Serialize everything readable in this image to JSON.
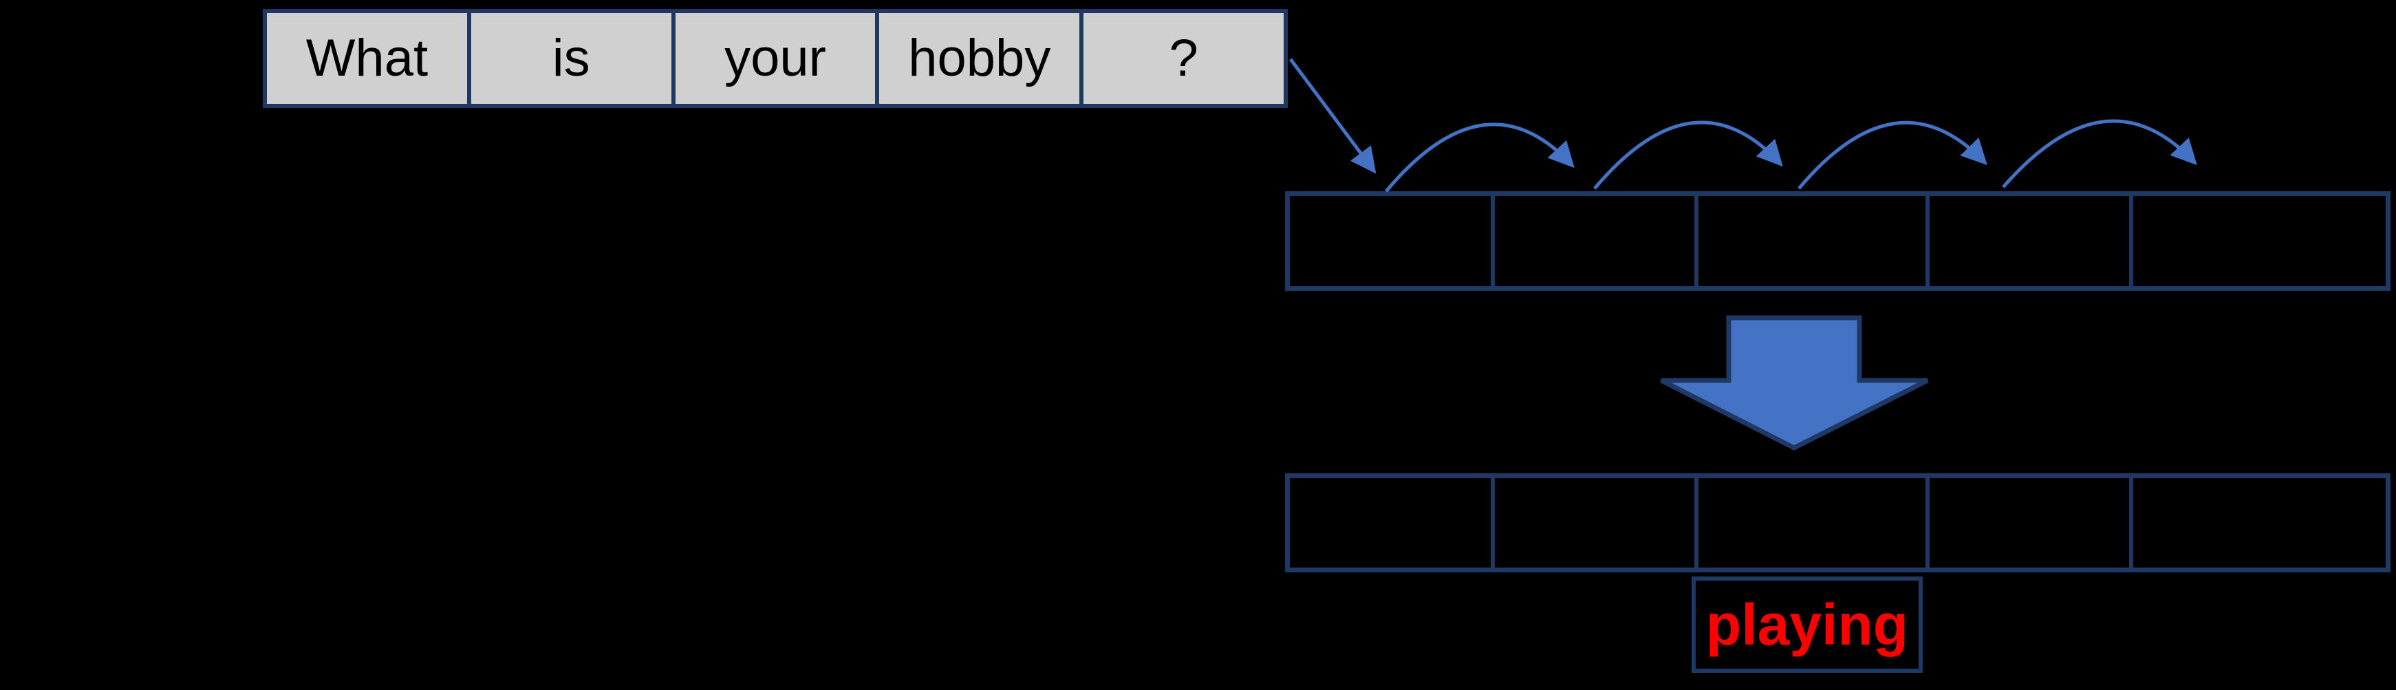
{
  "colors": {
    "background": "#000000",
    "border_navy": "#203864",
    "arrow_blue": "#4472C4",
    "table_fill": "#D1D0D1",
    "token_text": "#000000",
    "output_text": "#FF0000"
  },
  "sentence_table": {
    "tokens": [
      "What",
      "is",
      "your",
      "hobby",
      "?"
    ]
  },
  "encoder_row": {
    "cells": [
      "",
      "",
      "",
      "",
      ""
    ]
  },
  "decoder_row": {
    "cells": [
      "",
      "",
      "",
      "",
      ""
    ]
  },
  "output_cell": {
    "label": "playing"
  },
  "icons": {
    "connector_arrow": "diagonal-arrow",
    "hop_arcs": "curved-hop-arrow",
    "big_arrow": "down-block-arrow"
  }
}
